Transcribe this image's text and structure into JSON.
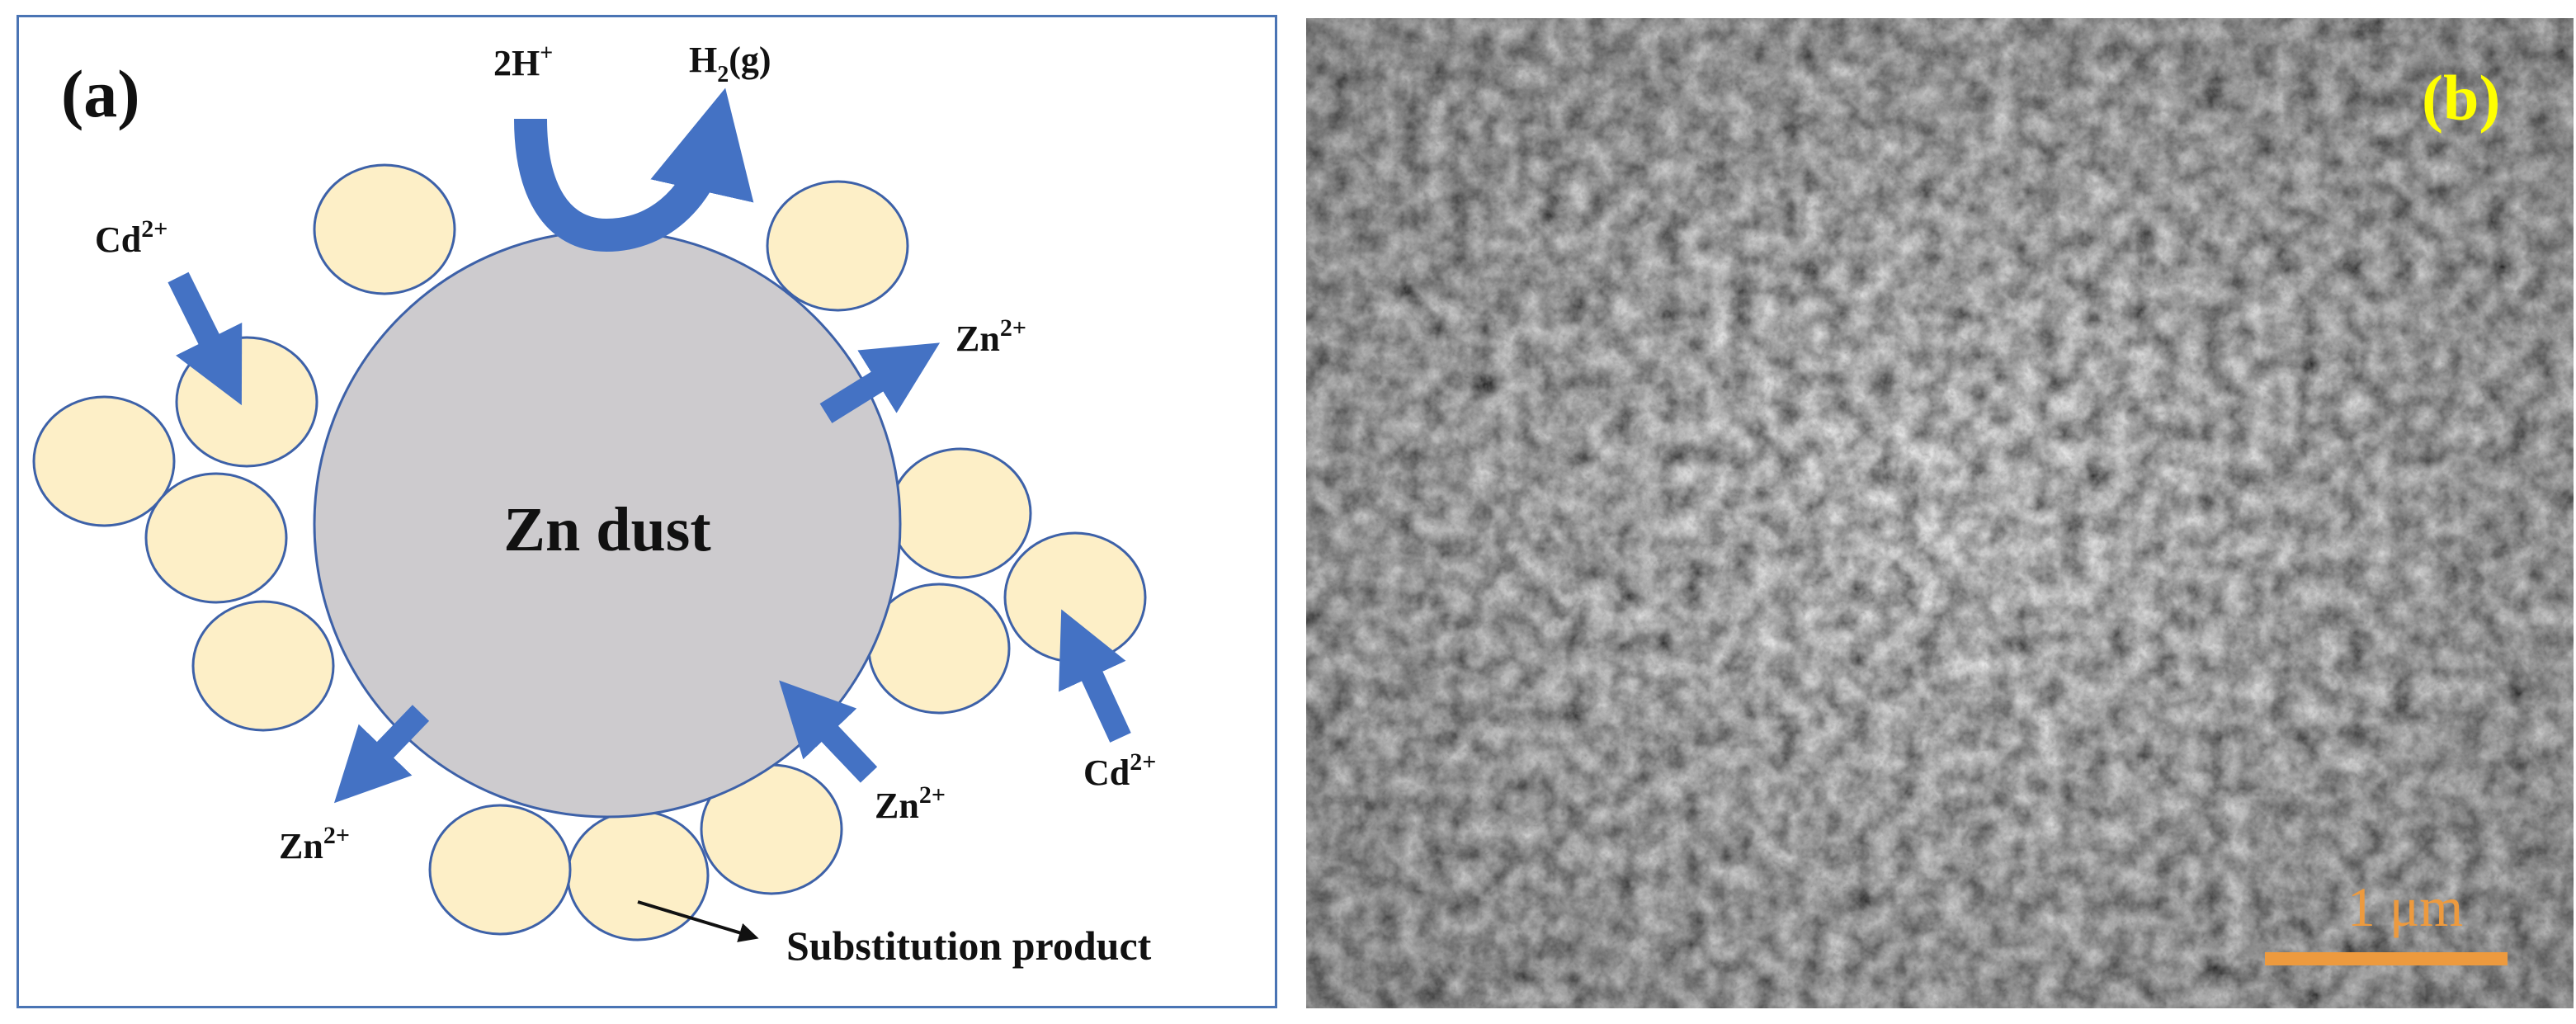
{
  "colors": {
    "frame": "#4a74b4",
    "zn_particle": "#cdcbce",
    "product_particle": "#fdefc7",
    "particle_stroke": "#3d61a8",
    "arrow": "#4472c4",
    "panel_b_label": "#ffff00",
    "scale_bar": "#ed9a3e"
  },
  "panel_a": {
    "label": "(a)",
    "core_label": "Zn dust",
    "reactant_2h": "2H",
    "reactant_2h_sup": "+",
    "product_h2_main": "H",
    "product_h2_sub": "2",
    "product_h2_tail": "(g)",
    "ions": {
      "cd_top_left": {
        "base": "Cd",
        "sup": "2+"
      },
      "cd_right": {
        "base": "Cd",
        "sup": "2+"
      },
      "zn_right_upper": {
        "base": "Zn",
        "sup": "2+"
      },
      "zn_right_lower": {
        "base": "Zn",
        "sup": "2+"
      },
      "zn_bottom_left": {
        "base": "Zn",
        "sup": "2+"
      }
    },
    "substitution_label": "Substitution product"
  },
  "panel_b": {
    "label": "(b)",
    "scale_bar_label": "1 μm",
    "image_description_icon": "sem-micrograph-image"
  }
}
